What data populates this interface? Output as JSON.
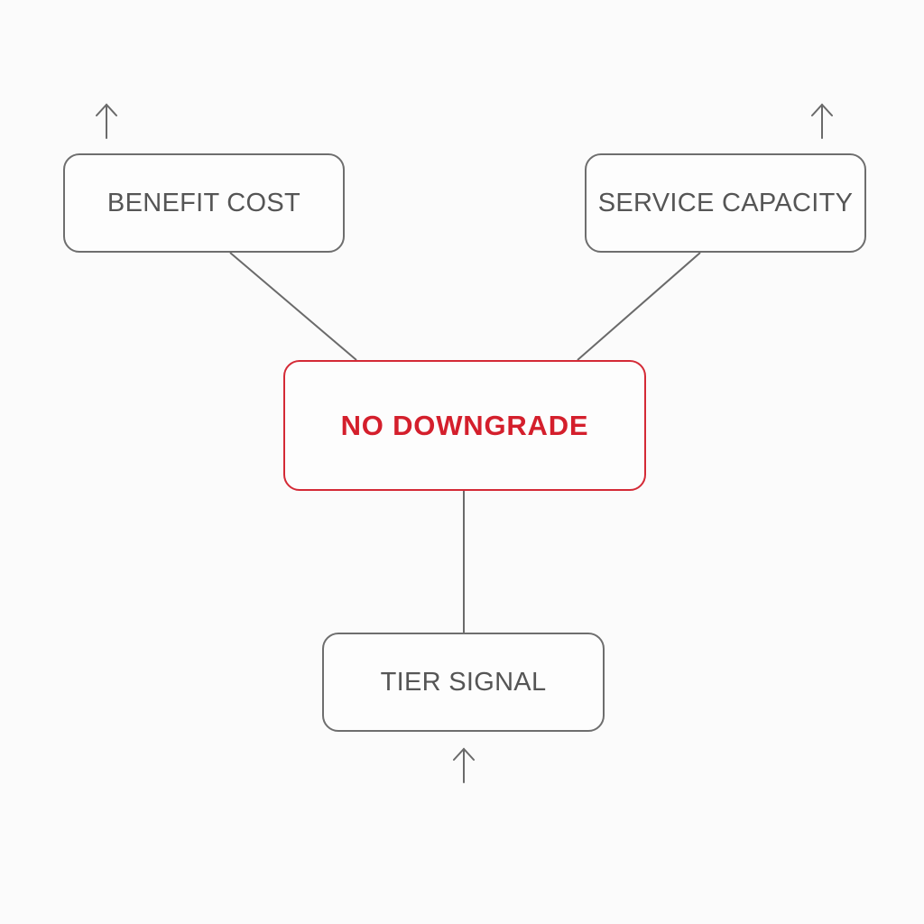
{
  "diagram": {
    "nodes": {
      "benefit_cost": "BENEFIT COST",
      "service_capacity": "SERVICE CAPACITY",
      "center": "NO DOWNGRADE",
      "tier_signal": "TIER SIGNAL"
    },
    "arrows": {
      "benefit_cost": "up",
      "service_capacity": "up",
      "tier_signal": "up"
    },
    "colors": {
      "outline": "#6e6e6e",
      "accent": "#d42a36",
      "text": "#555555"
    }
  }
}
